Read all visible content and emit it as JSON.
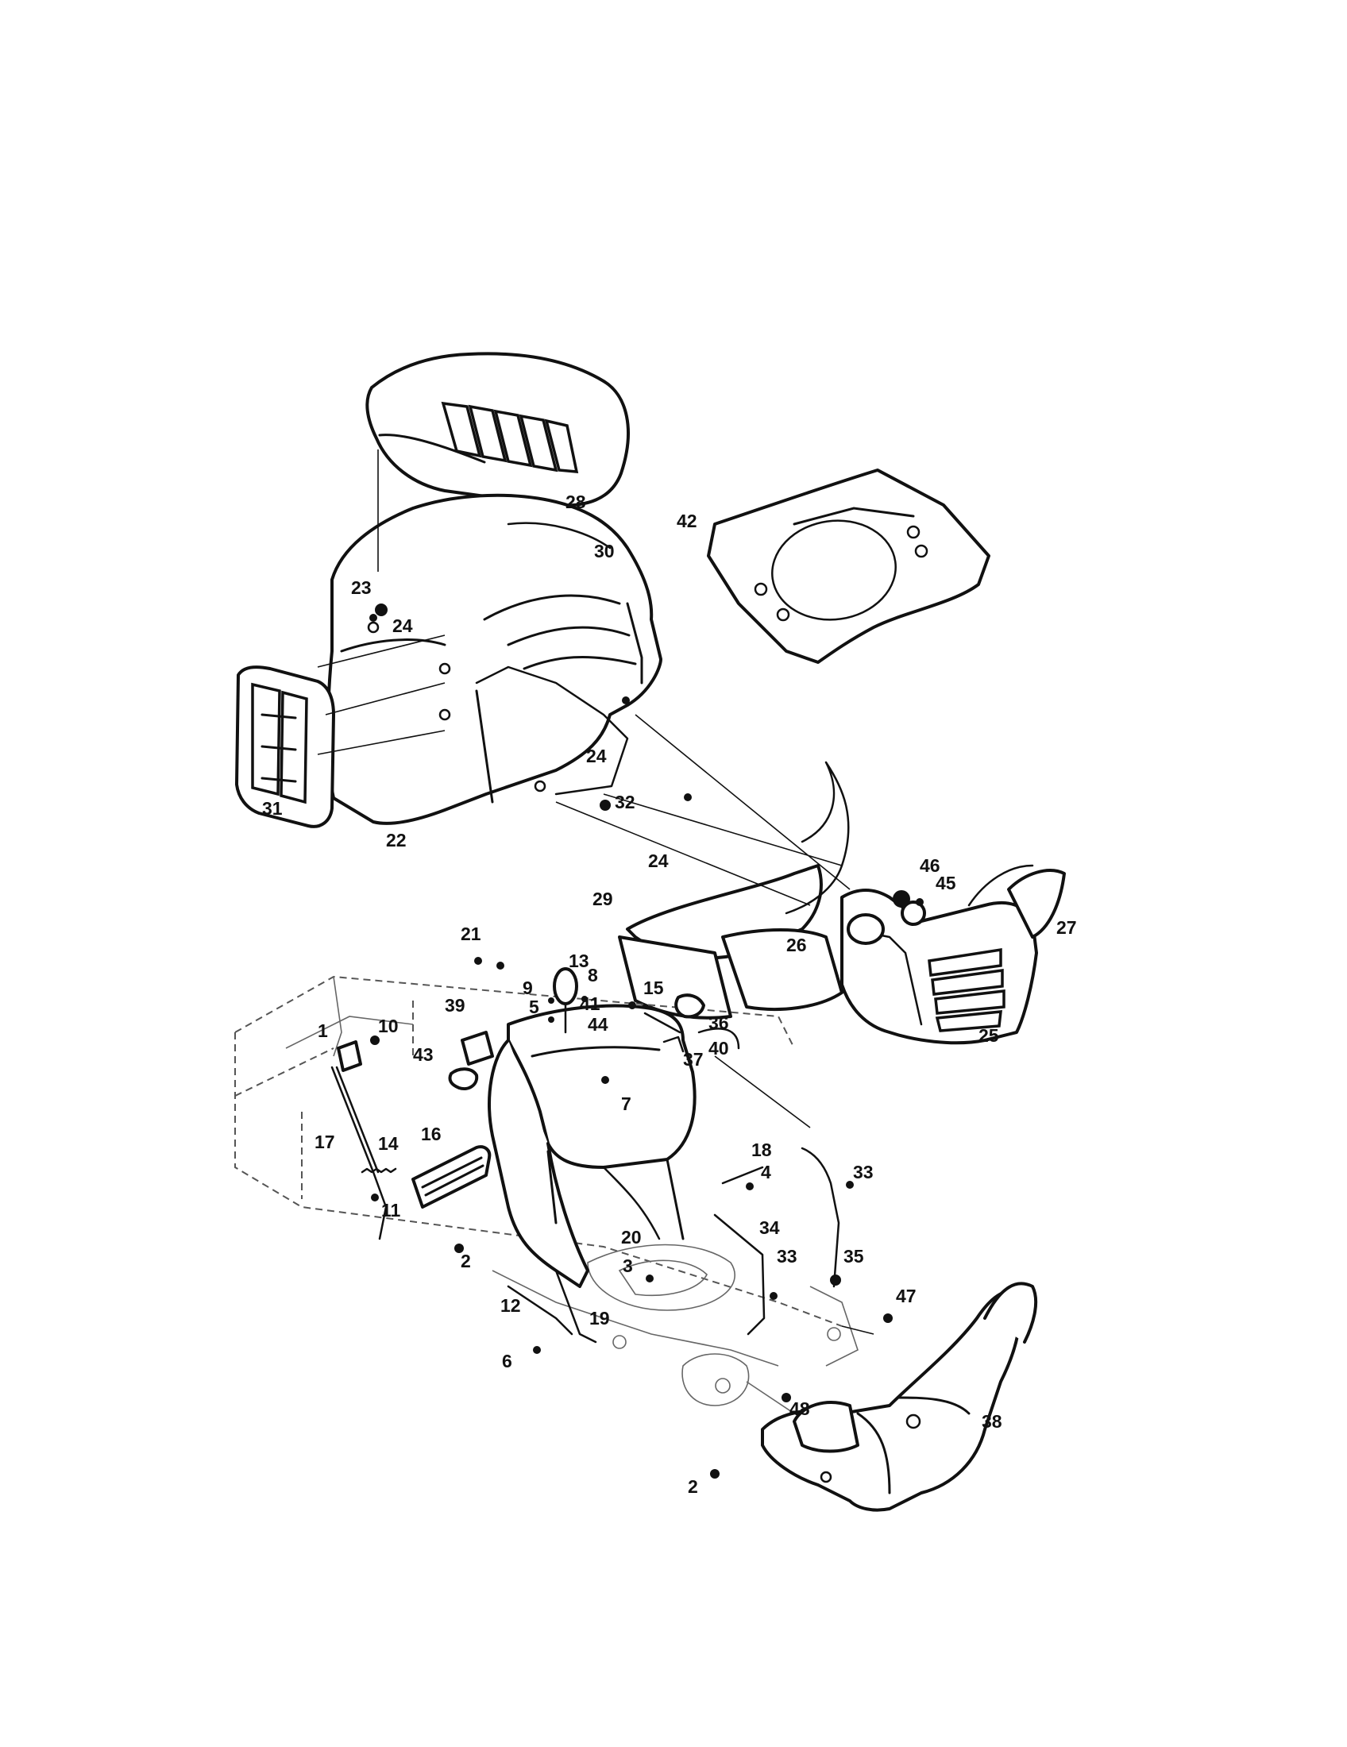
{
  "diagram": {
    "type": "exploded-parts-diagram",
    "callouts": [
      {
        "id": "c1",
        "label": "1",
        "icon": "bracket"
      },
      {
        "id": "c2a",
        "label": "2",
        "icon": "nut"
      },
      {
        "id": "c2b",
        "label": "2",
        "icon": "nut"
      },
      {
        "id": "c3",
        "label": "3",
        "icon": "nut"
      },
      {
        "id": "c4",
        "label": "4",
        "icon": "screw"
      },
      {
        "id": "c5",
        "label": "5",
        "icon": "washer"
      },
      {
        "id": "c6",
        "label": "6",
        "icon": "bolt"
      },
      {
        "id": "c7",
        "label": "7",
        "icon": "screw"
      },
      {
        "id": "c8",
        "label": "8",
        "icon": "screw"
      },
      {
        "id": "c9",
        "label": "9",
        "icon": "washer"
      },
      {
        "id": "c10",
        "label": "10",
        "icon": "screw"
      },
      {
        "id": "c11",
        "label": "11",
        "icon": "nut"
      },
      {
        "id": "c12",
        "label": "12",
        "icon": "bracket"
      },
      {
        "id": "c13",
        "label": "13",
        "icon": "knob"
      },
      {
        "id": "c14",
        "label": "14",
        "icon": "spring"
      },
      {
        "id": "c15",
        "label": "15",
        "icon": "screw"
      },
      {
        "id": "c16",
        "label": "16",
        "icon": "pedal-pad"
      },
      {
        "id": "c17",
        "label": "17",
        "icon": "rod"
      },
      {
        "id": "c18",
        "label": "18",
        "icon": "rod"
      },
      {
        "id": "c19",
        "label": "19",
        "icon": "rod"
      },
      {
        "id": "c20",
        "label": "20",
        "icon": "bolt"
      },
      {
        "id": "c21",
        "label": "21",
        "icon": "ignition-key"
      },
      {
        "id": "c22",
        "label": "22",
        "icon": "dash-panel"
      },
      {
        "id": "c23",
        "label": "23",
        "icon": "nut"
      },
      {
        "id": "c24a",
        "label": "24",
        "icon": "screw"
      },
      {
        "id": "c24b",
        "label": "24",
        "icon": "screw"
      },
      {
        "id": "c24c",
        "label": "24",
        "icon": "screw"
      },
      {
        "id": "c25",
        "label": "25",
        "icon": "hood"
      },
      {
        "id": "c26",
        "label": "26",
        "icon": "lens"
      },
      {
        "id": "c27",
        "label": "27",
        "icon": "lens"
      },
      {
        "id": "c28",
        "label": "28",
        "icon": "hood-cover"
      },
      {
        "id": "c29",
        "label": "29",
        "icon": "housing"
      },
      {
        "id": "c30",
        "label": "30",
        "icon": "trim-strip"
      },
      {
        "id": "c31",
        "label": "31",
        "icon": "grille"
      },
      {
        "id": "c32",
        "label": "32",
        "icon": "nut"
      },
      {
        "id": "c33a",
        "label": "33",
        "icon": "screw"
      },
      {
        "id": "c33b",
        "label": "33",
        "icon": "screw"
      },
      {
        "id": "c34",
        "label": "34",
        "icon": "bracket"
      },
      {
        "id": "c35",
        "label": "35",
        "icon": "nut"
      },
      {
        "id": "c36",
        "label": "36",
        "icon": "knob"
      },
      {
        "id": "c37",
        "label": "37",
        "icon": "washer"
      },
      {
        "id": "c38",
        "label": "38",
        "icon": "bumper"
      },
      {
        "id": "c39",
        "label": "39",
        "icon": "switch"
      },
      {
        "id": "c40",
        "label": "40",
        "icon": "cable"
      },
      {
        "id": "c41",
        "label": "41",
        "icon": "bushing"
      },
      {
        "id": "c42",
        "label": "42",
        "icon": "shield"
      },
      {
        "id": "c43",
        "label": "43",
        "icon": "socket"
      },
      {
        "id": "c44",
        "label": "44",
        "icon": "screw"
      },
      {
        "id": "c45",
        "label": "45",
        "icon": "bulb"
      },
      {
        "id": "c46",
        "label": "46",
        "icon": "lamp-socket"
      },
      {
        "id": "c47",
        "label": "47",
        "icon": "bolt"
      },
      {
        "id": "c48",
        "label": "48",
        "icon": "nut"
      }
    ]
  }
}
